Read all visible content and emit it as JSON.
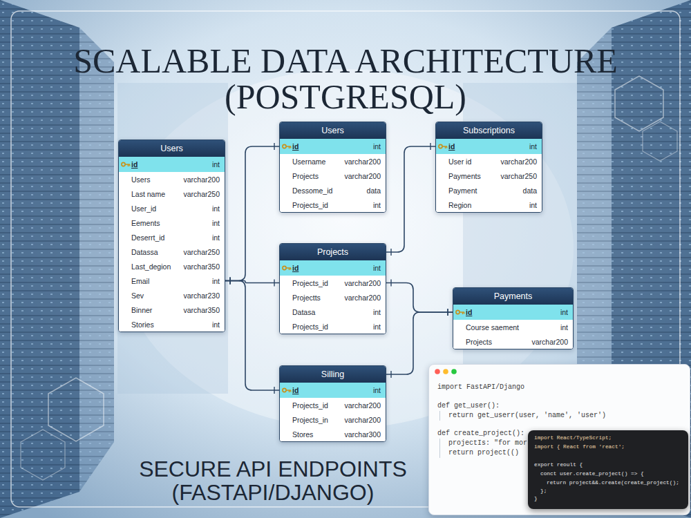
{
  "diagram": {
    "title": "SCALABLE DATA ARCHITECTURE (POSTGRESQL)",
    "caption": "SECURE API ENDPOINTS (FASTAPI/DJANGO)",
    "nodes": [
      {
        "text": [
          "Users",
          "id",
          "int",
          "Username",
          "varchar200",
          "Projects",
          "varchar200",
          "Dessome_id",
          "data",
          "Projects_id",
          "int"
        ]
      },
      {
        "text": [
          "Subscriptions",
          "id",
          "int",
          "User id",
          "varchar200",
          "Payments",
          "varchar250",
          "Payment",
          "data",
          "Region",
          "int"
        ]
      },
      {
        "text": [
          "Users",
          "id",
          "int",
          "Users",
          "varchar200",
          "Last name",
          "varchar250",
          "User_id",
          "int",
          "Eements",
          "int",
          "Deserrt_id",
          "int",
          "Datassa",
          "varchar250",
          "Last_degion",
          "varchar350",
          "Email",
          "int",
          "Sev",
          "varchar230",
          "Binner",
          "varchar350",
          "Stories",
          "int"
        ]
      },
      {
        "text": [
          "Projects",
          "id",
          "int",
          "Projects_id",
          "varchar200",
          "Projectts",
          "varchar200",
          "Datasa",
          "int",
          "Projects_id",
          "int"
        ]
      },
      {
        "text": [
          "Payments",
          "id",
          "int",
          "Course saement",
          "int",
          "Projects",
          "varchar200"
        ]
      },
      {
        "text": [
          "Silling",
          "id",
          "int",
          "Projects_id",
          "varchar200",
          "Projects_in",
          "varchar200",
          "Stores",
          "varchar300"
        ]
      },
      {
        "text": [
          "import FastAPI/Django",
          "def get_user():",
          "return get_userr(user, 'name', 'user')",
          "def create_project():",
          "projectIs: \"for mor",
          "return project(()"
        ]
      },
      {
        "text": [
          "import React/TypeScript;",
          "import { React from 'react';",
          "export reoult {",
          "conct user.create_project() => {",
          "return project&&.create(create_project();",
          "};",
          "}"
        ]
      }
    ],
    "edges": [
      {
        "from": 2,
        "to": 0,
        "arrow": "none"
      },
      {
        "from": 2,
        "to": 3,
        "arrow": "none"
      },
      {
        "from": 2,
        "to": 5,
        "arrow": "none"
      },
      {
        "from": 3,
        "to": 1,
        "arrow": "none"
      },
      {
        "from": 3,
        "to": 4,
        "arrow": "none"
      },
      {
        "from": 5,
        "to": 4,
        "arrow": "none"
      }
    ]
  }
}
